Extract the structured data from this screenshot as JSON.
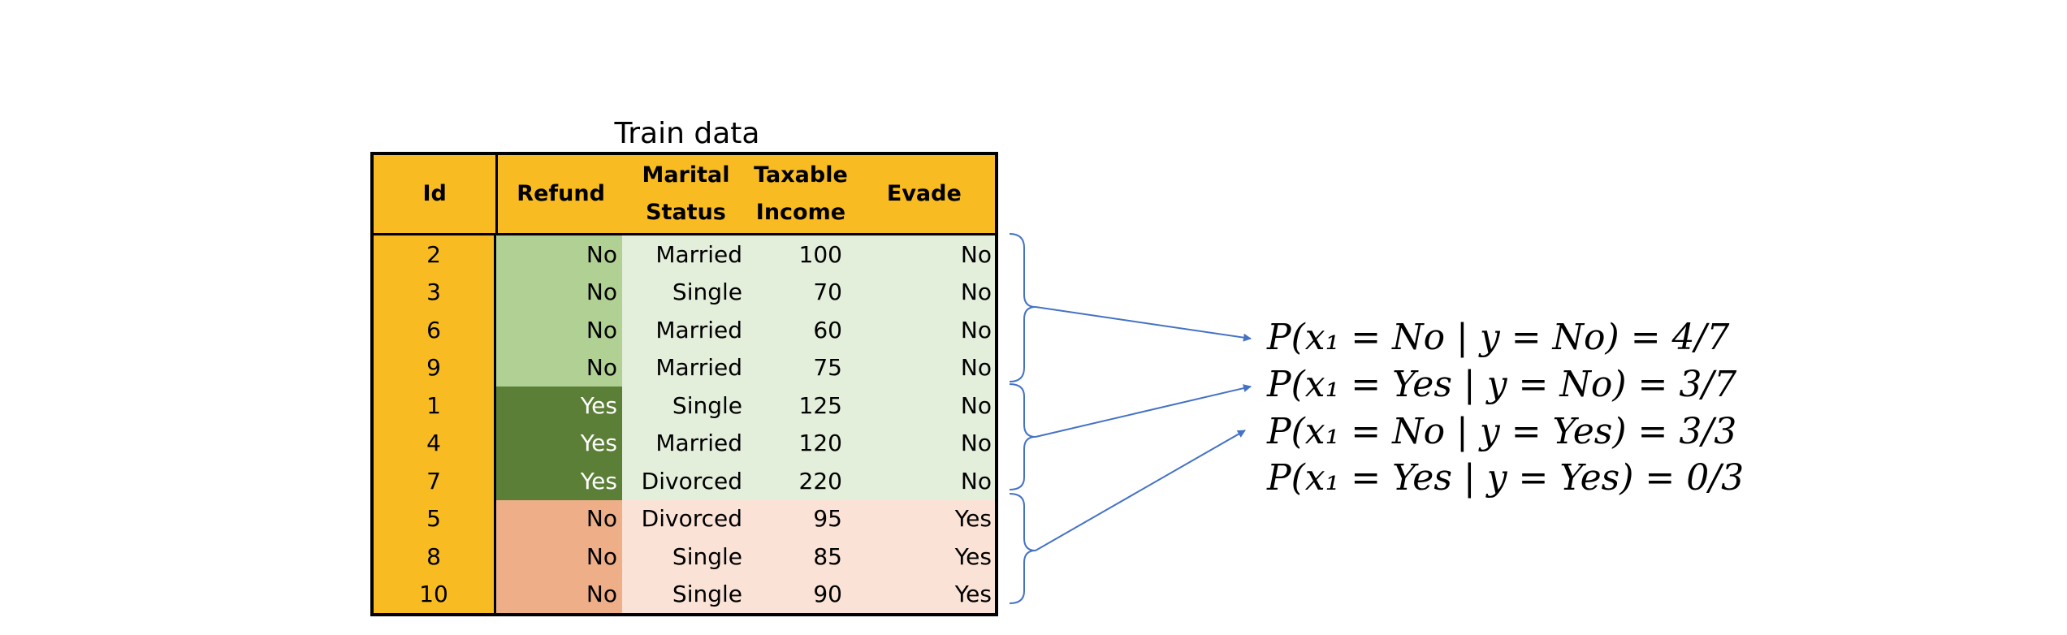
{
  "title": "Train data",
  "table": {
    "headers": [
      "Id",
      "Refund",
      "Marital\nStatus",
      "Taxable\nIncome",
      "Evade"
    ],
    "rows": [
      {
        "id": "2",
        "refund": "No",
        "marital": "Married",
        "income": "100",
        "evade": "No"
      },
      {
        "id": "3",
        "refund": "No",
        "marital": "Single",
        "income": "70",
        "evade": "No"
      },
      {
        "id": "6",
        "refund": "No",
        "marital": "Married",
        "income": "60",
        "evade": "No"
      },
      {
        "id": "9",
        "refund": "No",
        "marital": "Married",
        "income": "75",
        "evade": "No"
      },
      {
        "id": "1",
        "refund": "Yes",
        "marital": "Single",
        "income": "125",
        "evade": "No"
      },
      {
        "id": "4",
        "refund": "Yes",
        "marital": "Married",
        "income": "120",
        "evade": "No"
      },
      {
        "id": "7",
        "refund": "Yes",
        "marital": "Divorced",
        "income": "220",
        "evade": "No"
      },
      {
        "id": "5",
        "refund": "No",
        "marital": "Divorced",
        "income": "95",
        "evade": "Yes"
      },
      {
        "id": "8",
        "refund": "No",
        "marital": "Single",
        "income": "85",
        "evade": "Yes"
      },
      {
        "id": "10",
        "refund": "No",
        "marital": "Single",
        "income": "90",
        "evade": "Yes"
      }
    ]
  },
  "colors": {
    "header": "#f8bb22",
    "refund_no_evade_no": "#b1d094",
    "refund_yes_evade_no": "#5b7f36",
    "refund_no_evade_yes": "#eeae88",
    "rest_evade_no": "#e3eedb",
    "rest_evade_yes": "#fae2d6",
    "arrow": "#4472c4"
  },
  "equations": [
    "P(x₁ = No | y = No) = 4/7",
    "P(x₁ = Yes | y = No) = 3/7",
    "P(x₁ = No | y = Yes) = 3/3",
    "P(x₁ = Yes | y = Yes) = 0/3"
  ]
}
